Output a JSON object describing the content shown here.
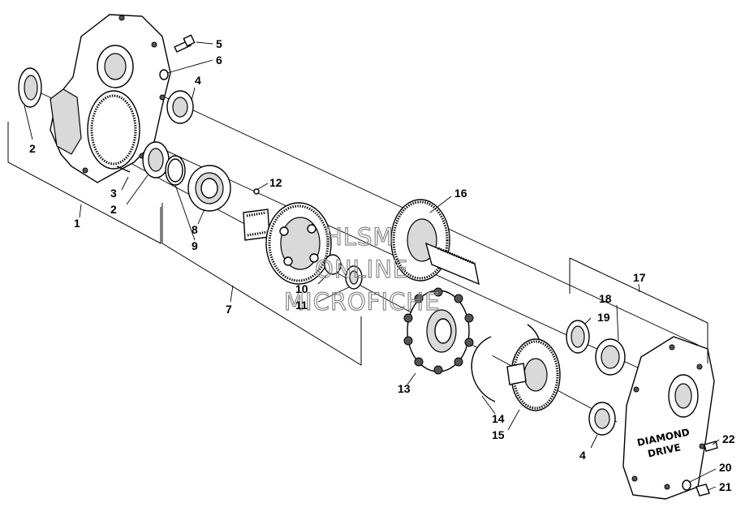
{
  "callouts": [
    {
      "id": "5",
      "label": "5"
    },
    {
      "id": "6",
      "label": "6"
    },
    {
      "id": "4a",
      "label": "4"
    },
    {
      "id": "2a",
      "label": "2"
    },
    {
      "id": "3",
      "label": "3"
    },
    {
      "id": "2b",
      "label": "2"
    },
    {
      "id": "1",
      "label": "1"
    },
    {
      "id": "12",
      "label": "12"
    },
    {
      "id": "8",
      "label": "8"
    },
    {
      "id": "9",
      "label": "9"
    },
    {
      "id": "16",
      "label": "16"
    },
    {
      "id": "10",
      "label": "10"
    },
    {
      "id": "11",
      "label": "11"
    },
    {
      "id": "7",
      "label": "7"
    },
    {
      "id": "17",
      "label": "17"
    },
    {
      "id": "18",
      "label": "18"
    },
    {
      "id": "19",
      "label": "19"
    },
    {
      "id": "13",
      "label": "13"
    },
    {
      "id": "14",
      "label": "14"
    },
    {
      "id": "15",
      "label": "15"
    },
    {
      "id": "4b",
      "label": "4"
    },
    {
      "id": "22",
      "label": "22"
    },
    {
      "id": "20",
      "label": "20"
    },
    {
      "id": "21",
      "label": "21"
    }
  ],
  "watermark": {
    "line1": "HLSM",
    "line2": "ONLINE",
    "line3": "MICROFICHE"
  },
  "cover_logo": {
    "line1": "DIAMOND",
    "line2": "DRIVE"
  }
}
